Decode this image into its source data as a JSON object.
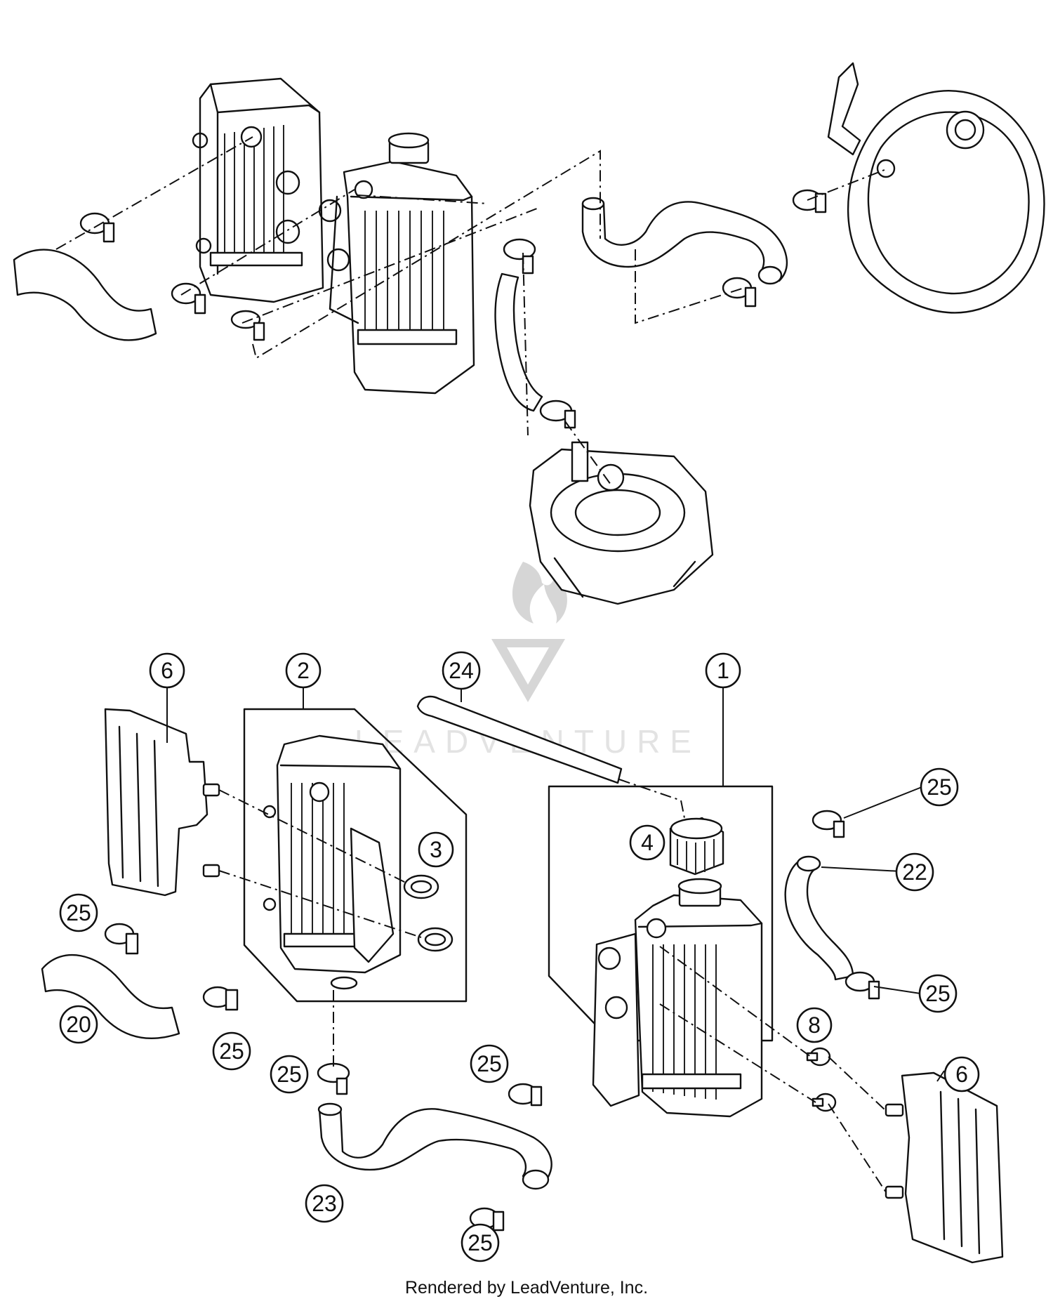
{
  "watermark": {
    "brand": "LEADVENTURE"
  },
  "callouts": [
    {
      "id": "c6a",
      "label": "6"
    },
    {
      "id": "c2",
      "label": "2"
    },
    {
      "id": "c24",
      "label": "24"
    },
    {
      "id": "c1",
      "label": "1"
    },
    {
      "id": "c3",
      "label": "3"
    },
    {
      "id": "c4",
      "label": "4"
    },
    {
      "id": "c25a",
      "label": "25"
    },
    {
      "id": "c22",
      "label": "22"
    },
    {
      "id": "c25b",
      "label": "25"
    },
    {
      "id": "c20",
      "label": "20"
    },
    {
      "id": "c25c",
      "label": "25"
    },
    {
      "id": "c25d",
      "label": "25"
    },
    {
      "id": "c25e",
      "label": "25"
    },
    {
      "id": "c8",
      "label": "8"
    },
    {
      "id": "c6b",
      "label": "6"
    },
    {
      "id": "c25f",
      "label": "25"
    },
    {
      "id": "c23",
      "label": "23"
    },
    {
      "id": "c25g",
      "label": "25"
    },
    {
      "id": "c25h",
      "label": "25"
    }
  ],
  "footer": {
    "credit": "Rendered by LeadVenture, Inc."
  }
}
